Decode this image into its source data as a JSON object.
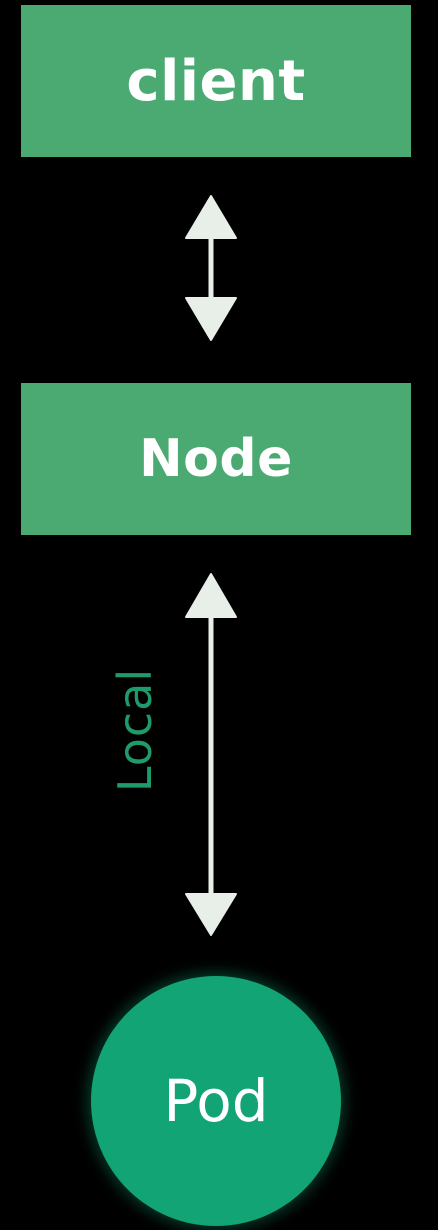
{
  "diagram": {
    "nodes": {
      "client": {
        "label": "client"
      },
      "node": {
        "label": "Node"
      },
      "pod": {
        "label": "Pod"
      }
    },
    "edges": [
      {
        "from": "client",
        "to": "node",
        "direction": "bidirectional",
        "label": ""
      },
      {
        "from": "node",
        "to": "pod",
        "direction": "bidirectional",
        "label": "Local"
      }
    ]
  },
  "colors": {
    "background": "#000000",
    "box_fill": "#4baa72",
    "pod_fill": "#12a474",
    "edge_label": "#1e9a6b",
    "arrow": "#e8efe8"
  }
}
